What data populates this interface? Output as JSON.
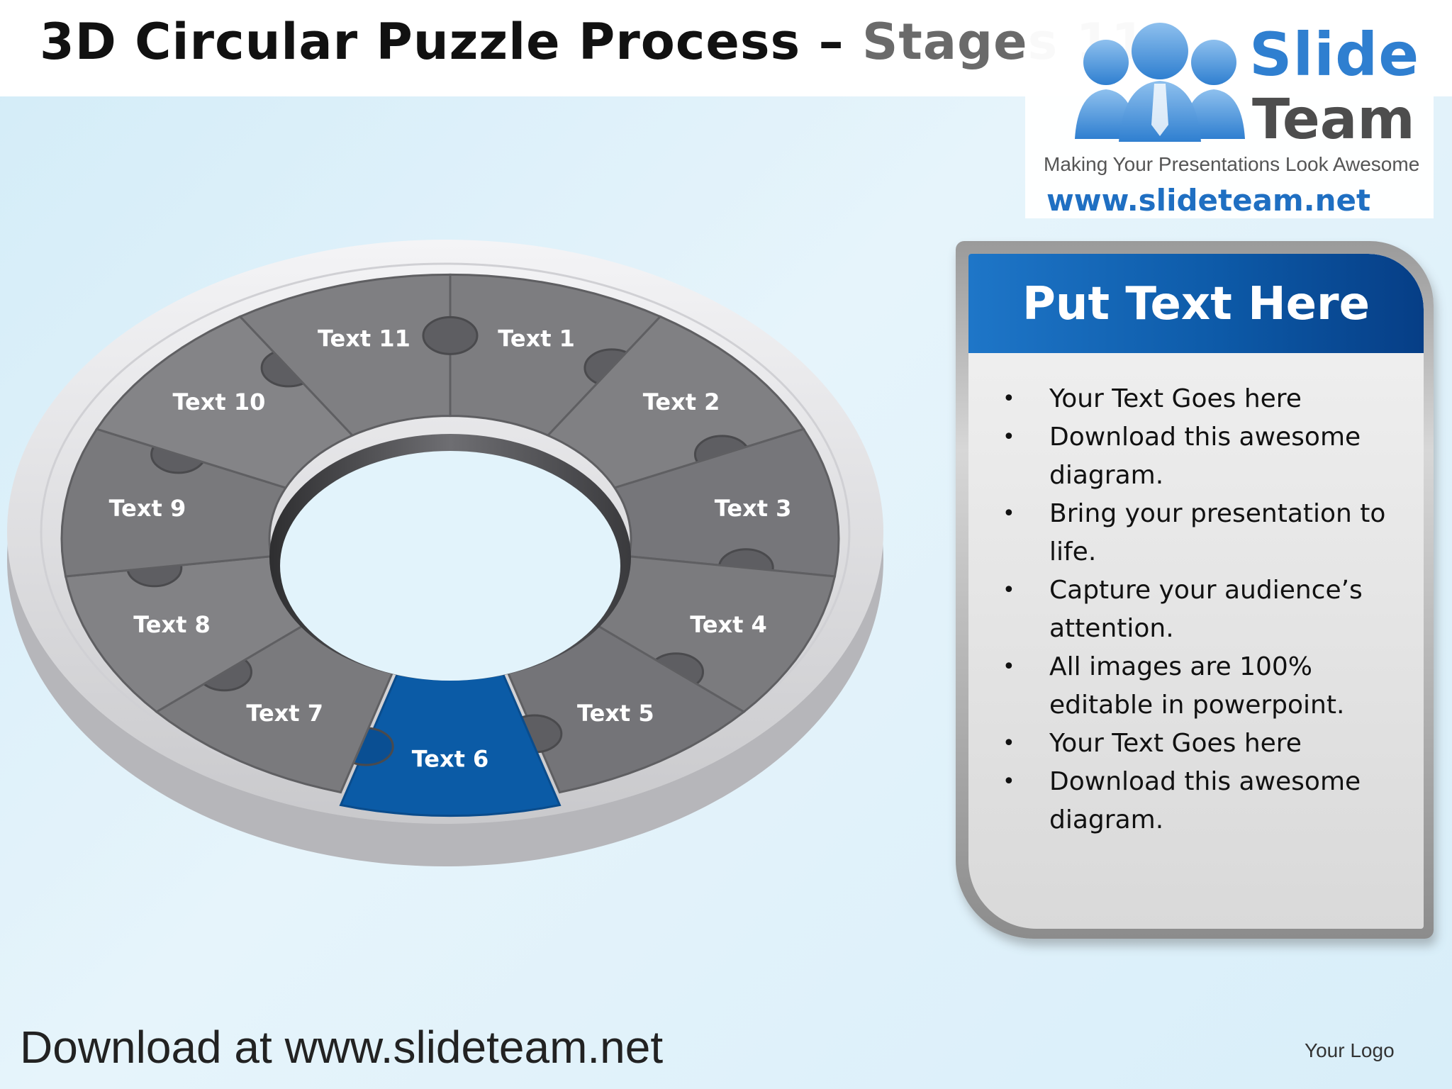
{
  "title": {
    "main": "3D Circular Puzzle Process – ",
    "sub": "Stages 11"
  },
  "logo": {
    "brand_line1": "Slide",
    "brand_line2": "Team",
    "tagline": "Making Your Presentations Look Awesome",
    "url": "www.slideteam.net"
  },
  "diagram": {
    "segments": [
      {
        "label": "Text 1",
        "color": "#7d7d80",
        "highlighted": false
      },
      {
        "label": "Text 2",
        "color": "#808083",
        "highlighted": false
      },
      {
        "label": "Text  3",
        "color": "#76767a",
        "highlighted": false
      },
      {
        "label": "Text 4",
        "color": "#7b7b7e",
        "highlighted": false
      },
      {
        "label": "Text 5",
        "color": "#747478",
        "highlighted": false
      },
      {
        "label": "Text 6",
        "color": "#0b5ba6",
        "highlighted": true
      },
      {
        "label": "Text 7",
        "color": "#7a7a7d",
        "highlighted": false
      },
      {
        "label": "Text 8",
        "color": "#828285",
        "highlighted": false
      },
      {
        "label": "Text 9",
        "color": "#79797c",
        "highlighted": false
      },
      {
        "label": "Text 10",
        "color": "#848487",
        "highlighted": false
      },
      {
        "label": "Text 11",
        "color": "#7f7f82",
        "highlighted": false
      }
    ]
  },
  "panel": {
    "header": "Put Text Here",
    "bullets": [
      "Your Text Goes here",
      "Download this awesome diagram.",
      "Bring your presentation to life.",
      "Capture your audience’s attention.",
      "All images are 100% editable in powerpoint.",
      "Your Text Goes here",
      "Download this awesome diagram."
    ],
    "bullet_symbol": "•"
  },
  "footer": {
    "download": "Download at www.slideteam.net",
    "logo_text": "Your Logo"
  },
  "colors": {
    "accent_blue": "#0b5ba6",
    "segment_gray": "#7d7d80",
    "ring_light": "#e4e4e6"
  }
}
